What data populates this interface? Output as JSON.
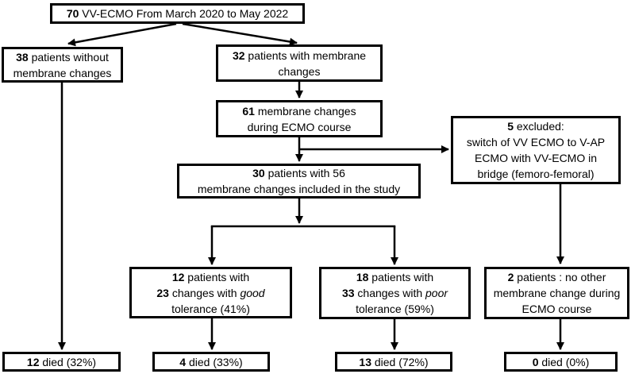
{
  "diagram": {
    "type": "flowchart",
    "background_color": "#ffffff",
    "line_color": "#000000",
    "boxes": {
      "total": {
        "num": "70",
        "rest": " VV-ECMO From March 2020 to May 2022"
      },
      "no_changes": {
        "num": "38",
        "rest": " patients without",
        "line2": "membrane changes"
      },
      "with_changes": {
        "num": "32",
        "rest": " patients with membrane",
        "line2": "changes"
      },
      "changes61": {
        "num": "61",
        "rest": " membrane changes",
        "line2": "during ECMO course"
      },
      "excluded": {
        "num": "5",
        "rest": " excluded:",
        "line2": "switch of VV ECMO to V-AP",
        "line3": "ECMO with VV-ECMO in",
        "line4": "bridge (femoro-femoral)"
      },
      "included": {
        "num": "30",
        "rest": " patients with 56",
        "line2": "membrane changes included in the study"
      },
      "good_tolerance": {
        "num1": "12",
        "rest1": " patients with",
        "num2": "23",
        "rest2": " changes with ",
        "italic": "good",
        "line3": "tolerance (41%)"
      },
      "poor_tolerance": {
        "num1": "18",
        "rest1": " patients with",
        "num2": "33",
        "rest2": " changes with ",
        "italic": "poor",
        "line3": "tolerance (59%)"
      },
      "no_other": {
        "num": "2",
        "rest": " patients : no other",
        "line2": "membrane change during",
        "line3": "ECMO course"
      },
      "died_no_changes": {
        "num": "12",
        "rest": " died (32%)"
      },
      "died_good": {
        "num": "4",
        "rest": " died (33%)"
      },
      "died_poor": {
        "num": "13",
        "rest": " died (72%)"
      },
      "died_no_other": {
        "num": "0",
        "rest": " died (0%)"
      }
    }
  }
}
